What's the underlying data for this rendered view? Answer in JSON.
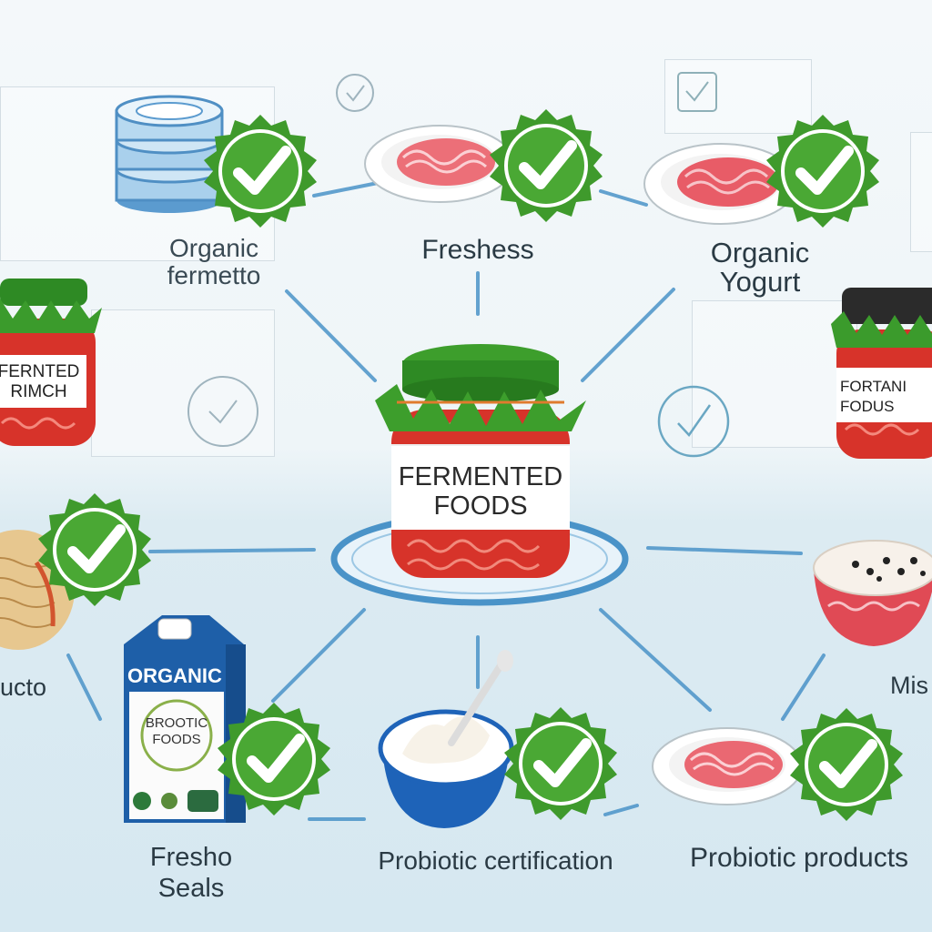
{
  "center": {
    "jar_label_line1": "FERMENTED",
    "jar_label_line2": "FOODS"
  },
  "nodes": {
    "top_left": {
      "label_line1": "Organic",
      "label_line2": "fermetto"
    },
    "top_center": {
      "label": "Freshess"
    },
    "top_right": {
      "label_line1": "Organic",
      "label_line2": "Yogurt"
    },
    "left_jar": {
      "jar_label_line1": "FERNTED",
      "jar_label_line2": "RIMCH"
    },
    "right_jar": {
      "jar_label_line1": "FORTANI",
      "jar_label_line2": "FODUS"
    },
    "mid_left": {
      "label": "ucto"
    },
    "mid_right": {
      "label": "Mis"
    },
    "bottom_left": {
      "carton_brand": "ORGANIC",
      "carton_text_line1": "BROOTIC",
      "carton_text_line2": "FOODS",
      "label_line1": "Fresho",
      "label_line2": "Seals"
    },
    "bottom_center": {
      "label": "Probiotic certification"
    },
    "bottom_right": {
      "label": "Probiotic products"
    }
  },
  "colors": {
    "badge_green": "#3f9a2c",
    "check_white": "#ffffff",
    "connector_blue": "#4a93c8",
    "jar_red": "#d7332a",
    "lid_green": "#2e8a24"
  },
  "icons": [
    "checkmark-badge-icon",
    "check-circle-icon"
  ]
}
